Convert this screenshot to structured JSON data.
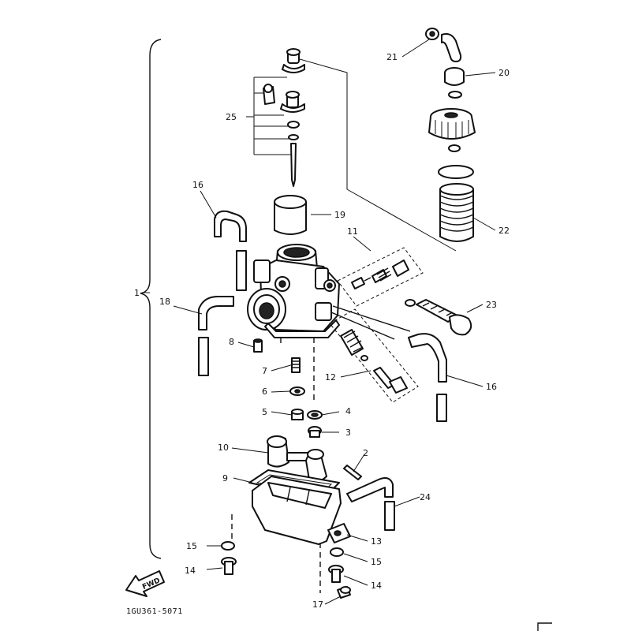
{
  "diagram": {
    "callouts": {
      "c1": "1",
      "c2": "2",
      "c3": "3",
      "c4": "4",
      "c5": "5",
      "c6": "6",
      "c7": "7",
      "c8": "8",
      "c9": "9",
      "c10": "10",
      "c11": "11",
      "c12": "12",
      "c13": "13",
      "c14a": "14",
      "c14b": "14",
      "c15a": "15",
      "c15b": "15",
      "c16a": "16",
      "c16b": "16",
      "c17": "17",
      "c18": "18",
      "c19": "19",
      "c20": "20",
      "c21": "21",
      "c22": "22",
      "c23": "23",
      "c24": "24",
      "c25": "25"
    },
    "fwd_label": "FWD",
    "drawing_code": "1GU361-5071"
  }
}
